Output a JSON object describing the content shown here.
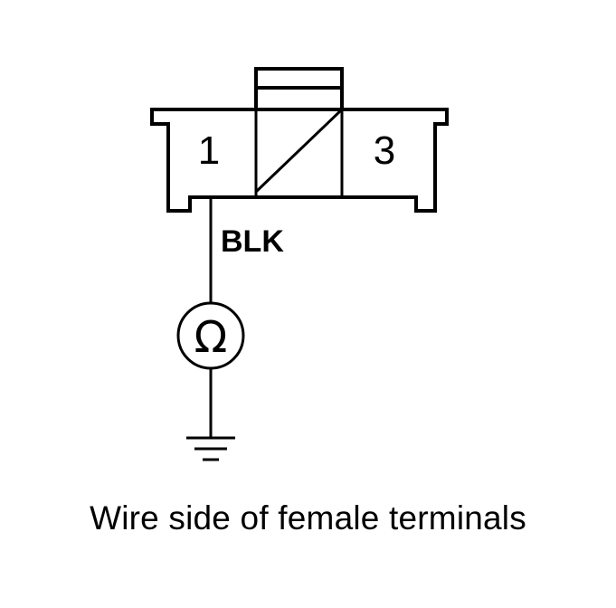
{
  "connector": {
    "terminal_left": "1",
    "terminal_right": "3"
  },
  "wire": {
    "color_label": "BLK"
  },
  "meter": {
    "symbol": "Ω"
  },
  "caption": "Wire side of female terminals",
  "colors": {
    "ink": "#000000",
    "background": "#ffffff"
  }
}
